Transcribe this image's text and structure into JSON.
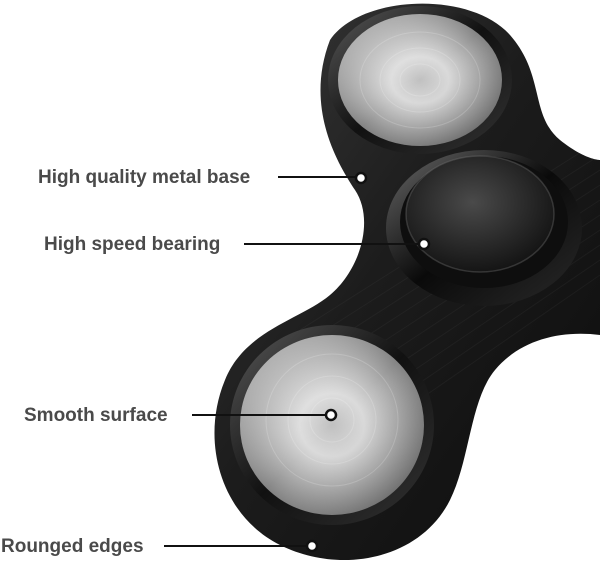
{
  "callouts": [
    {
      "label": "High quality metal base"
    },
    {
      "label": "High speed bearing"
    },
    {
      "label": "Smooth surface"
    },
    {
      "label": "Rounged edges"
    }
  ],
  "colors": {
    "background": "#ffffff",
    "body": "#1a1a1a",
    "metal_light": "#e6e6e6",
    "metal_dark": "#8a8a8a",
    "label_text": "#4a4a4a",
    "leader_line": "#111111"
  }
}
